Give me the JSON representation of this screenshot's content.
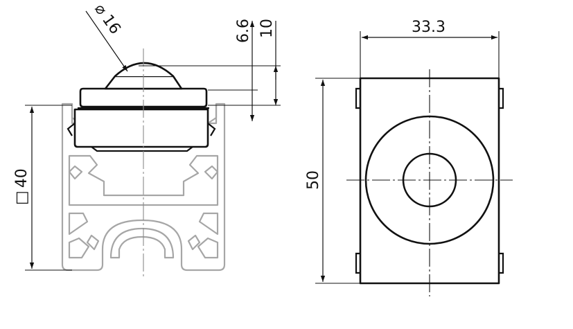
{
  "drawing": {
    "front_view": {
      "diameter_label": "16",
      "diameter_symbol": "⌀",
      "height_small_label": "6.6",
      "height_large_label": "10",
      "profile_label": "40",
      "profile_symbol": "□"
    },
    "top_view": {
      "width_label": "33.3",
      "height_label": "50"
    },
    "colors": {
      "line": "#111111",
      "profile": "#a6a6a6",
      "background": "#ffffff"
    }
  }
}
